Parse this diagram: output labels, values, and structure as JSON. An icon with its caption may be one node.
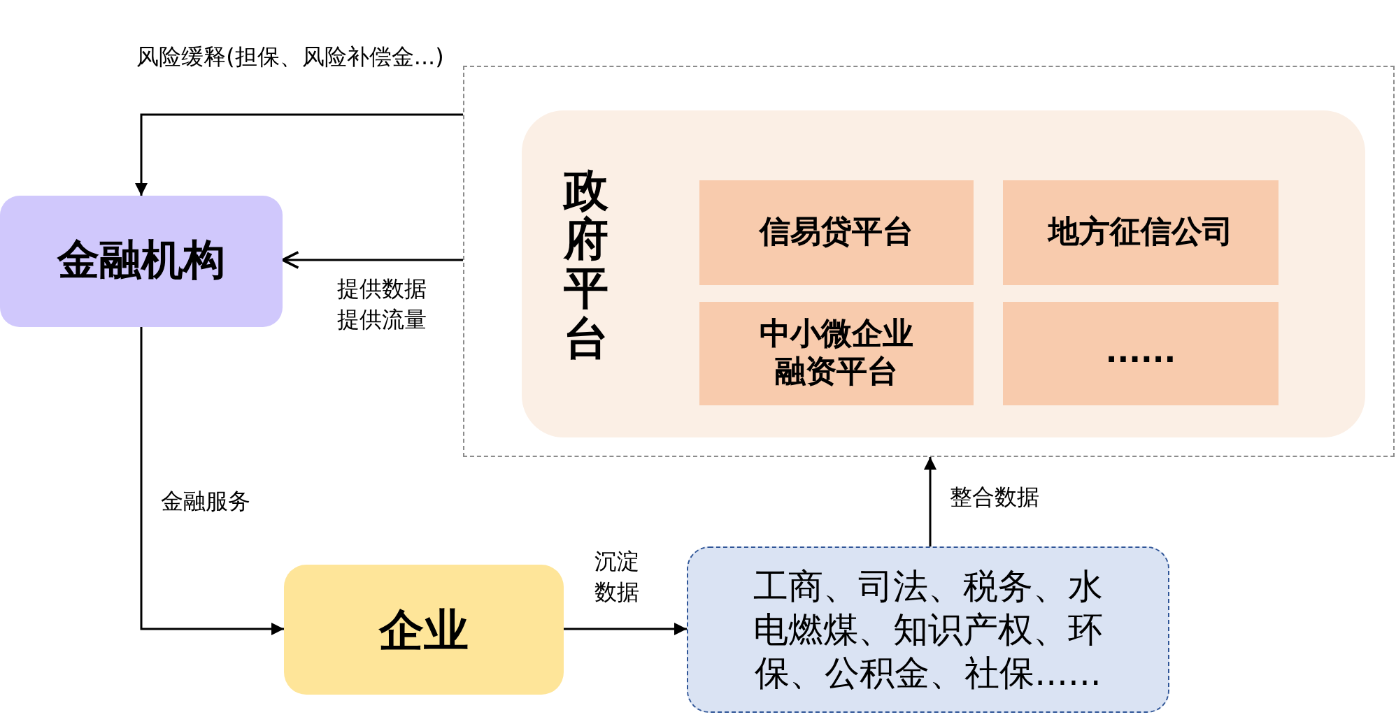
{
  "diagram": {
    "nodes": [
      {
        "text": [
          "金融机构"
        ]
      },
      {
        "text": [],
        "shape": "box"
      },
      {
        "text": [
          "政府平台"
        ],
        "in": 1
      },
      {
        "text": [
          "信易贷平台"
        ],
        "in": 2
      },
      {
        "text": [
          "地方征信公司"
        ],
        "in": 2
      },
      {
        "text": [
          "中小微企业融资平台"
        ],
        "in": 2
      },
      {
        "text": [
          "......"
        ],
        "in": 2
      },
      {
        "text": [
          "企业"
        ]
      },
      {
        "text": [
          "工商、司法、税务、水电燃煤、知识产权、环保、公积金、社保......"
        ]
      }
    ],
    "edges": [
      {
        "from": 1,
        "to": 0,
        "arrow": "to",
        "label": "风险缓释(担保、风险补偿金...)"
      },
      {
        "from": 1,
        "to": 0,
        "arrow": "to",
        "label": "提供数据提供流量"
      },
      {
        "from": 0,
        "to": 7,
        "arrow": "to",
        "label": "金融服务"
      },
      {
        "from": 7,
        "to": 8,
        "arrow": "to",
        "label": "沉淀数据"
      },
      {
        "from": 8,
        "to": 1,
        "arrow": "to",
        "label": "整合数据"
      }
    ]
  }
}
